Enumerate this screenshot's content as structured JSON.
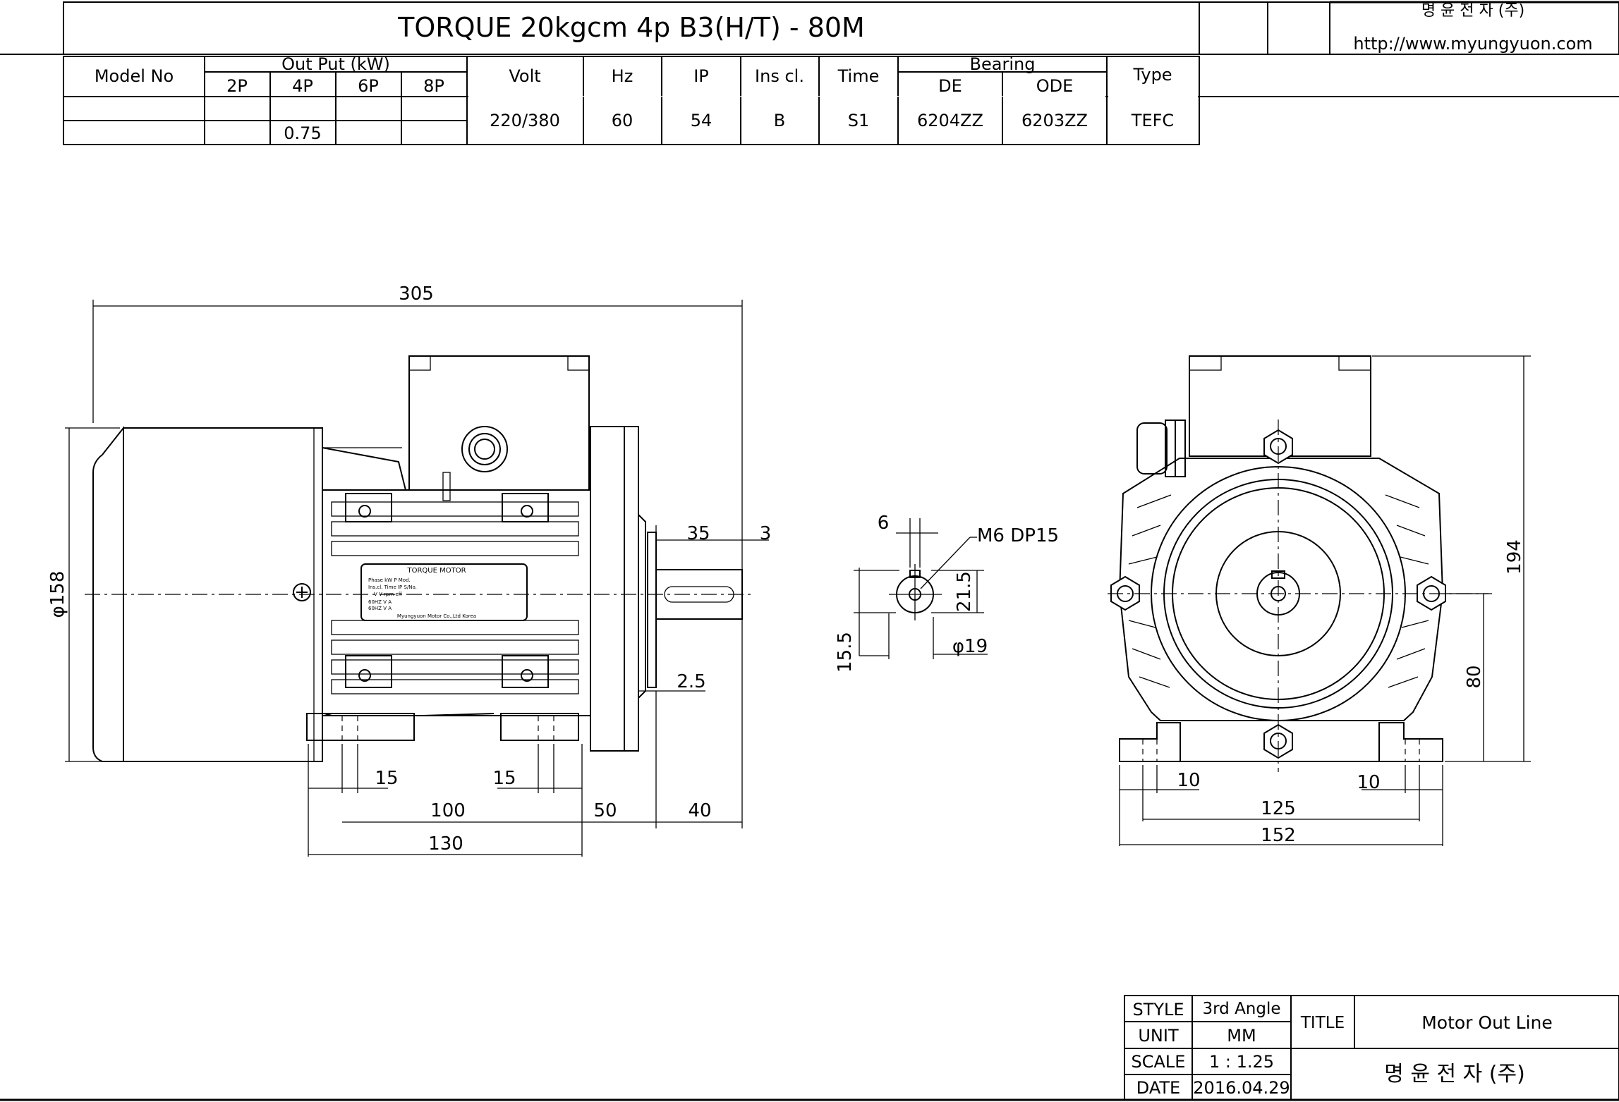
{
  "header": {
    "title": "TORQUE 20kgcm 4p  B3(H/T) - 80M",
    "company_url": "http://www.myungyuon.com",
    "company_top": "명 윤 전 자 (주)"
  },
  "spec_table": {
    "model_no_label": "Model No",
    "output_label": "Out Put (kW)",
    "poles": [
      "2P",
      "4P",
      "6P",
      "8P"
    ],
    "volt_label": "Volt",
    "hz_label": "Hz",
    "ip_label": "IP",
    "ins_label": "Ins cl.",
    "time_label": "Time",
    "bearing_label": "Bearing",
    "de_label": "DE",
    "ode_label": "ODE",
    "type_label": "Type",
    "output_4p": "0.75",
    "volt": "220/380",
    "hz": "60",
    "ip": "54",
    "ins": "B",
    "time": "S1",
    "de": "6204ZZ",
    "ode": "6203ZZ",
    "type": "TEFC"
  },
  "side_view": {
    "overall_length": "305",
    "frame_dia": "φ158",
    "shaft_len": "35",
    "shaft_step": "3",
    "flange_gap": "2.5",
    "foot_w_left": "15",
    "foot_w_right": "15",
    "foot_hole_dist": "100",
    "foot_to_flange": "50",
    "shaft_ext": "40",
    "foot_total": "130"
  },
  "nameplate": {
    "title": "TORQUE   MOTOR",
    "r1": "Phase      kW      P Mod.",
    "r2": "Ins.cl.   Time   IP   S/No.",
    "r3": "V       V       rpm   eff",
    "r4": "60HZ      V       A",
    "r5": "60HZ      V       A",
    "maker": "Myungyuon Motor Co.,Ltd  Korea"
  },
  "shaft_section": {
    "key_w": "6",
    "thread": "M6  DP15",
    "key_h": "21.5",
    "dia": "φ19",
    "offset": "15.5"
  },
  "front_view": {
    "total_height": "194",
    "shaft_height": "80",
    "foot_left": "10",
    "foot_right": "10",
    "hole_dist": "125",
    "total_width": "152"
  },
  "title_block": {
    "style_label": "STYLE",
    "style_value": "3rd Angle",
    "unit_label": "UNIT",
    "unit_value": "MM",
    "scale_label": "SCALE",
    "scale_value": "1 : 1.25",
    "date_label": "DATE",
    "date_value": "2016.04.29",
    "title_label": "TITLE",
    "title_value": "Motor Out Line",
    "company": "명 윤 전 자 (주)"
  }
}
